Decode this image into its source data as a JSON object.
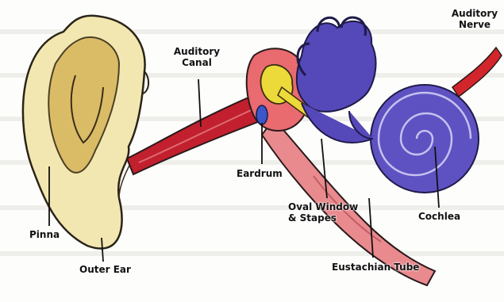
{
  "diagram": {
    "labels": {
      "auditory_nerve": "Auditory\nNerve",
      "auditory_canal": "Auditory\nCanal",
      "eardrum": "Eardrum",
      "oval_window": "Oval Window\n& Stapes",
      "cochlea": "Cochlea",
      "pinna": "Pinna",
      "outer_ear": "Outer Ear",
      "eustachian_tube": "Eustachian Tube"
    },
    "colors": {
      "pinna_fill": "#f3e7b1",
      "canal_red": "#c2202f",
      "tube_pink": "#e98a8f",
      "inner_ear_blue": "#5548b8",
      "ossicle_yellow": "#ecd93a",
      "nerve_red": "#d3262c"
    }
  }
}
